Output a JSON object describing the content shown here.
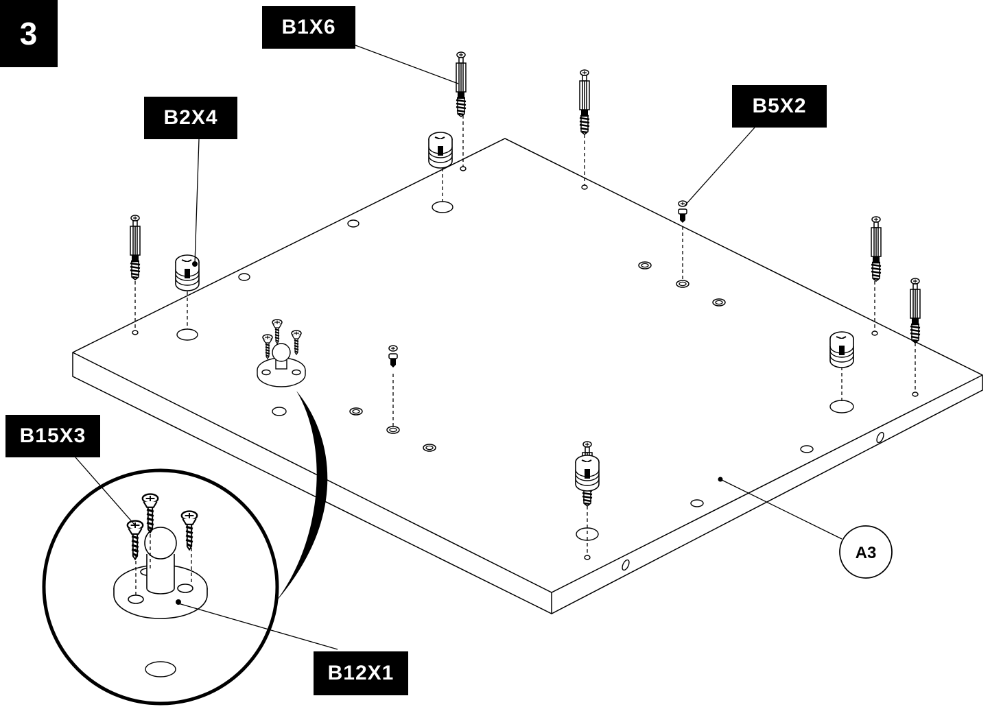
{
  "step_number": "3",
  "part_labels": {
    "b1": "B1X6",
    "b2": "B2X4",
    "b5": "B5X2",
    "b15": "B15X3",
    "b12": "B12X1"
  },
  "panel_label": "A3",
  "colors": {
    "ink": "#000000",
    "paper": "#ffffff"
  }
}
